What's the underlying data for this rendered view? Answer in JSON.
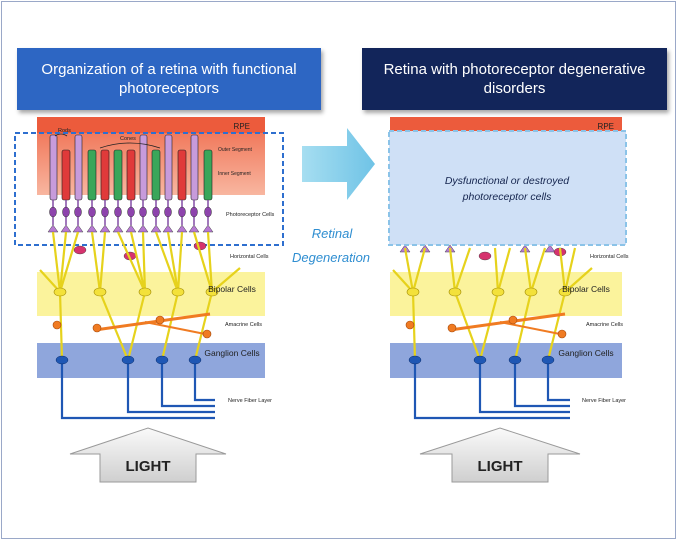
{
  "left_panel": {
    "title": "Organization of a retina with functional photoreceptors",
    "labels": {
      "rpe": "RPE",
      "rods": "Rods",
      "cones": "Cones",
      "outer_segment": "Outer Segment",
      "inner_segment": "Inner Segment",
      "photoreceptor": "Photoreceptor Cells",
      "horizontal": "Horizontal Cells",
      "bipolar": "Bipolar Cells",
      "amacrine": "Amacrine Cells",
      "ganglion": "Ganglion Cells",
      "nerve_fiber": "Nerve Fiber Layer"
    },
    "light": "LIGHT"
  },
  "arrow_label": "Retinal Degeneration",
  "right_panel": {
    "title": "Retina with photoreceptor degenerative disorders",
    "dysfunction_text": "Dysfunctional or destroyed photoreceptor cells",
    "labels": {
      "rpe": "RPE",
      "horizontal": "Horizontal Cells",
      "bipolar": "Bipolar Cells",
      "amacrine": "Amacrine Cells",
      "ganglion": "Ganglion Cells",
      "nerve_fiber": "Nerve Fiber Layer"
    },
    "light": "LIGHT"
  },
  "colors": {
    "rpe": "#ee6c4d",
    "bipolar_band": "#fbf49a",
    "ganglion_band": "#8ea6dd",
    "neuron_line": "#e8d51a",
    "ganglion_cell": "#1f57b4",
    "amacrine": "#f07b22",
    "horizontal": "#d6336e",
    "rod": "#9b59b6",
    "cone_red": "#e03a3a",
    "cone_green": "#3aa65a",
    "dysfunction_box": "#cfe0f6",
    "arrow": "#8fd3ec"
  }
}
